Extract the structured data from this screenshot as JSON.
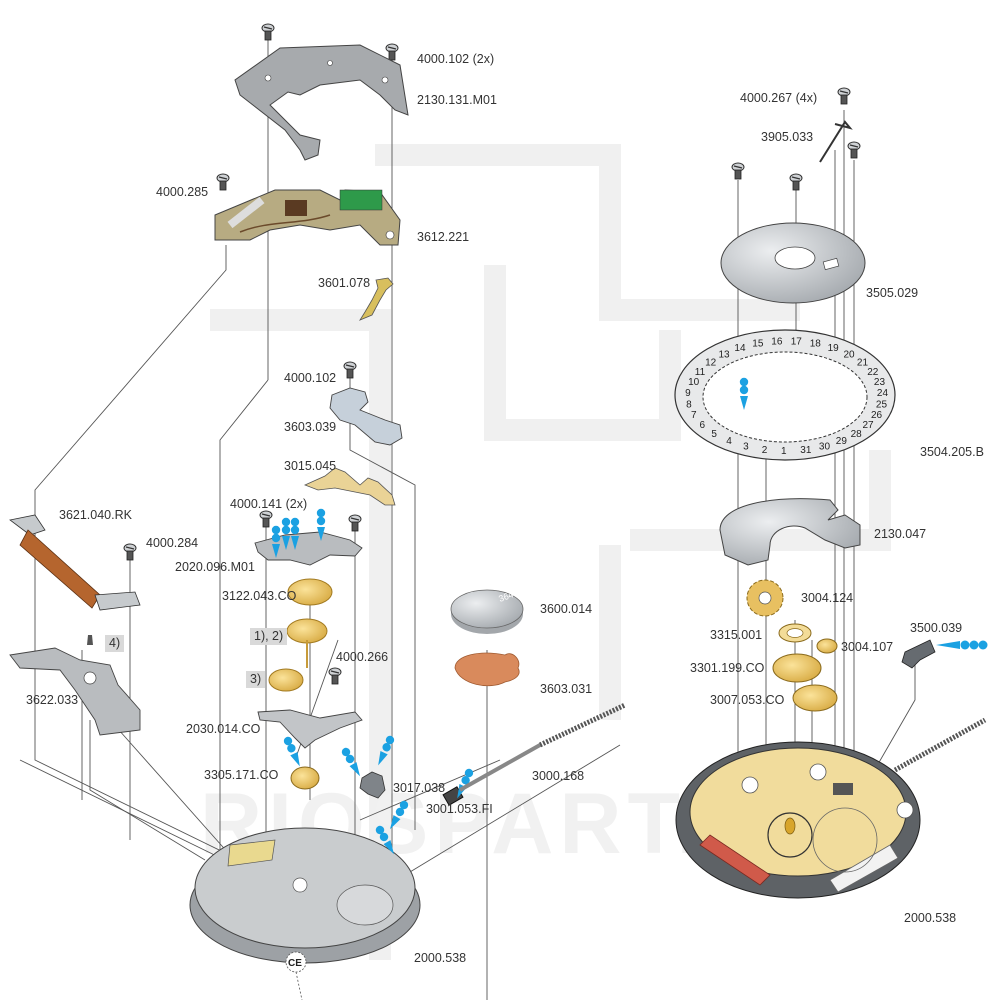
{
  "diagram": {
    "title": "Watch movement exploded view — spare parts",
    "watermark": "RIOSPART.RU",
    "colors": {
      "line": "#555555",
      "steel": "#b9bcbf",
      "steel_dark": "#7d8186",
      "brass": "#e8c061",
      "brass_dark": "#b88f2a",
      "pcb": "#b7ab82",
      "pcb_trace": "#6b4a2b",
      "pcb_green": "#2e9a4a",
      "copper_coil": "#b5652e",
      "copper_disc": "#d98a5c",
      "oil_marker": "#1ba1e2",
      "background_pattern": "#f0f0f0",
      "base_yellow": "#f1dc9c"
    },
    "left_assembly": {
      "labels": [
        {
          "id": "l1",
          "text": "4000.102 (2x)"
        },
        {
          "id": "l2",
          "text": "2130.131.M01"
        },
        {
          "id": "l3",
          "text": "4000.285"
        },
        {
          "id": "l4",
          "text": "3612.221"
        },
        {
          "id": "l5",
          "text": "3601.078"
        },
        {
          "id": "l6",
          "text": "4000.102"
        },
        {
          "id": "l7",
          "text": "3603.039"
        },
        {
          "id": "l8",
          "text": "3015.045"
        },
        {
          "id": "l9",
          "text": "4000.141 (2x)"
        },
        {
          "id": "l10",
          "text": "3621.040.RK"
        },
        {
          "id": "l11",
          "text": "4000.284"
        },
        {
          "id": "l12",
          "text": "2020.096.M01"
        },
        {
          "id": "l13",
          "text": "3122.043.CO"
        },
        {
          "id": "l14",
          "text": "4000.266"
        },
        {
          "id": "l15",
          "text": "3622.033"
        },
        {
          "id": "l16",
          "text": "2030.014.CO"
        },
        {
          "id": "l17",
          "text": "3305.171.CO"
        },
        {
          "id": "l18",
          "text": "3017.038"
        },
        {
          "id": "l19",
          "text": "3001.053.FI"
        },
        {
          "id": "l20",
          "text": "3000.168"
        },
        {
          "id": "l21",
          "text": "3600.014"
        },
        {
          "id": "l22",
          "text": "3603.031"
        },
        {
          "id": "l23",
          "text": "2000.538"
        }
      ],
      "notes": [
        {
          "id": "n1",
          "text": "1), 2)"
        },
        {
          "id": "n2",
          "text": "3)"
        },
        {
          "id": "n3",
          "text": "4)"
        }
      ],
      "battery_marking": "364",
      "base_stamp": "CE"
    },
    "right_assembly": {
      "labels": [
        {
          "id": "r1",
          "text": "4000.267 (4x)"
        },
        {
          "id": "r2",
          "text": "3905.033"
        },
        {
          "id": "r3",
          "text": "3505.029"
        },
        {
          "id": "r4",
          "text": "3504.205.B"
        },
        {
          "id": "r5",
          "text": "2130.047"
        },
        {
          "id": "r6",
          "text": "3004.124"
        },
        {
          "id": "r7",
          "text": "3315.001"
        },
        {
          "id": "r8",
          "text": "3500.039"
        },
        {
          "id": "r9",
          "text": "3004.107"
        },
        {
          "id": "r10",
          "text": "3301.199.CO"
        },
        {
          "id": "r11",
          "text": "3007.053.CO"
        },
        {
          "id": "r12",
          "text": "2000.538"
        }
      ],
      "date_disc_numbers": [
        "1",
        "2",
        "3",
        "4",
        "5",
        "6",
        "7",
        "8",
        "9",
        "10",
        "11",
        "12",
        "13",
        "14",
        "15",
        "16",
        "17",
        "18",
        "19",
        "20",
        "21",
        "22",
        "23",
        "24",
        "25",
        "26",
        "27",
        "28",
        "29",
        "30",
        "31"
      ]
    }
  }
}
